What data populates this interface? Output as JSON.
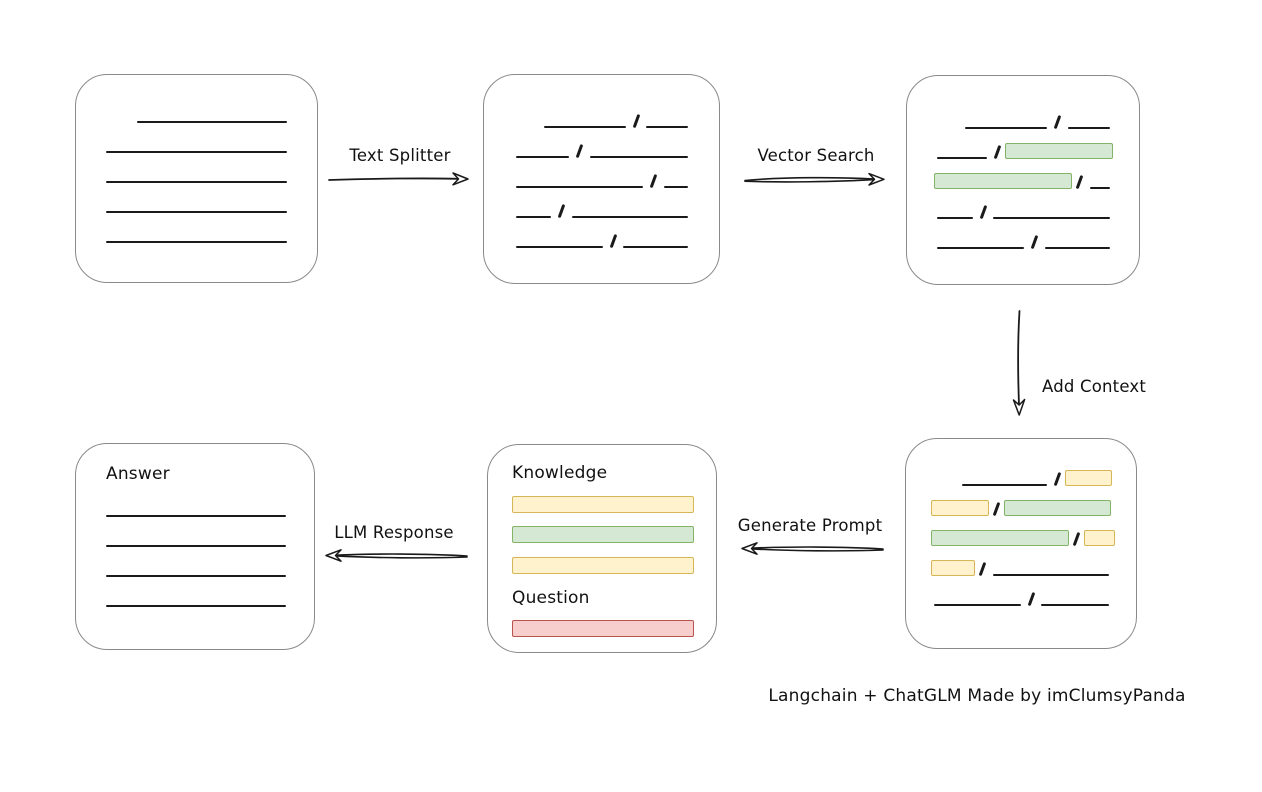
{
  "arrows": {
    "text_splitter": "Text Splitter",
    "vector_search": "Vector Search",
    "add_context": "Add Context",
    "generate_prompt": "Generate Prompt",
    "llm_response": "LLM Response"
  },
  "boxes": {
    "prompt": {
      "knowledge_label": "Knowledge",
      "question_label": "Question"
    },
    "answer": {
      "label": "Answer"
    }
  },
  "footer": "Langchain + ChatGLM Made by imClumsyPanda",
  "colors": {
    "green_fill": "#d5e8d4",
    "green_stroke": "#82b366",
    "yellow_fill": "#fff2cc",
    "yellow_stroke": "#d6b656",
    "red_fill": "#f8cecc",
    "red_stroke": "#b85450",
    "box_stroke": "#8a8a8a",
    "line": "#1a1a1a"
  },
  "rows": {
    "chunks": [
      {
        "indent": 28,
        "segs": [
          {
            "t": "line",
            "w": 90
          },
          {
            "t": "slash"
          },
          {
            "t": "line",
            "w": 46
          }
        ]
      },
      {
        "segs": [
          {
            "t": "line",
            "w": 60
          },
          {
            "t": "slash"
          },
          {
            "t": "line",
            "w": 110
          }
        ]
      },
      {
        "segs": [
          {
            "t": "line",
            "w": 138
          },
          {
            "t": "slash"
          },
          {
            "t": "line",
            "w": 26
          }
        ]
      },
      {
        "segs": [
          {
            "t": "line",
            "w": 36
          },
          {
            "t": "slash"
          },
          {
            "t": "line",
            "w": 118
          }
        ]
      },
      {
        "segs": [
          {
            "t": "line",
            "w": 88
          },
          {
            "t": "slash"
          },
          {
            "t": "line",
            "w": 66
          }
        ]
      }
    ],
    "vector": [
      {
        "indent": 28,
        "segs": [
          {
            "t": "line",
            "w": 90
          },
          {
            "t": "slash"
          },
          {
            "t": "line",
            "w": 46
          }
        ]
      },
      {
        "segs": [
          {
            "t": "line",
            "w": 60
          },
          {
            "t": "slash"
          },
          {
            "t": "green",
            "w": 108
          }
        ]
      },
      {
        "segs": [
          {
            "t": "green",
            "w": 138
          },
          {
            "t": "slash"
          },
          {
            "t": "line",
            "w": 26
          }
        ]
      },
      {
        "segs": [
          {
            "t": "line",
            "w": 36
          },
          {
            "t": "slash"
          },
          {
            "t": "line",
            "w": 118
          }
        ]
      },
      {
        "segs": [
          {
            "t": "line",
            "w": 88
          },
          {
            "t": "slash"
          },
          {
            "t": "line",
            "w": 66
          }
        ]
      }
    ],
    "context": [
      {
        "indent": 28,
        "segs": [
          {
            "t": "line",
            "w": 88
          },
          {
            "t": "slash"
          },
          {
            "t": "yellow",
            "w": 47
          }
        ]
      },
      {
        "segs": [
          {
            "t": "yellow",
            "w": 58
          },
          {
            "t": "slash"
          },
          {
            "t": "green",
            "w": 107
          }
        ]
      },
      {
        "segs": [
          {
            "t": "green",
            "w": 138
          },
          {
            "t": "slash"
          },
          {
            "t": "yellow",
            "w": 31
          }
        ]
      },
      {
        "segs": [
          {
            "t": "yellow",
            "w": 44
          },
          {
            "t": "slash"
          },
          {
            "t": "line",
            "w": 118
          }
        ]
      },
      {
        "segs": [
          {
            "t": "line",
            "w": 92
          },
          {
            "t": "slash"
          },
          {
            "t": "line",
            "w": 72
          }
        ]
      }
    ]
  }
}
